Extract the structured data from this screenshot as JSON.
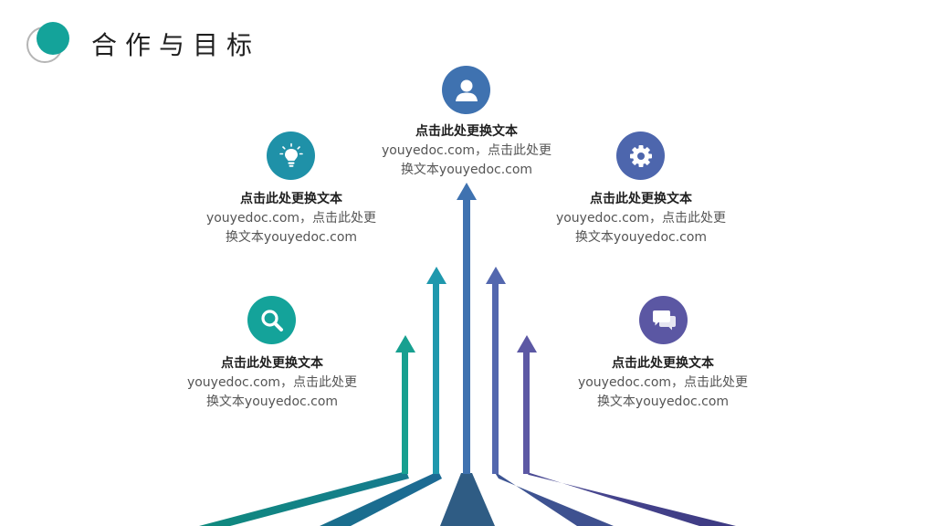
{
  "header": {
    "title": "合作与目标"
  },
  "colors": {
    "teal": "#14a39a",
    "cyan": "#1f91a8",
    "blue": "#3f72b0",
    "indigo": "#4d66ad",
    "purple": "#5b57a3"
  },
  "items": [
    {
      "icon": "user-icon",
      "head": "点击此处更换文本",
      "line2": "youyedoc.com，点击此处更",
      "line3": "换文本youyedoc.com"
    },
    {
      "icon": "lightbulb-icon",
      "head": "点击此处更换文本",
      "line2": "youyedoc.com，点击此处更",
      "line3": "换文本youyedoc.com"
    },
    {
      "icon": "gear-icon",
      "head": "点击此处更换文本",
      "line2": "youyedoc.com，点击此处更",
      "line3": "换文本youyedoc.com"
    },
    {
      "icon": "search-icon",
      "head": "点击此处更换文本",
      "line2": "youyedoc.com，点击此处更",
      "line3": "换文本youyedoc.com"
    },
    {
      "icon": "chat-icon",
      "head": "点击此处更换文本",
      "line2": "youyedoc.com，点击此处更",
      "line3": "换文本youyedoc.com"
    }
  ]
}
